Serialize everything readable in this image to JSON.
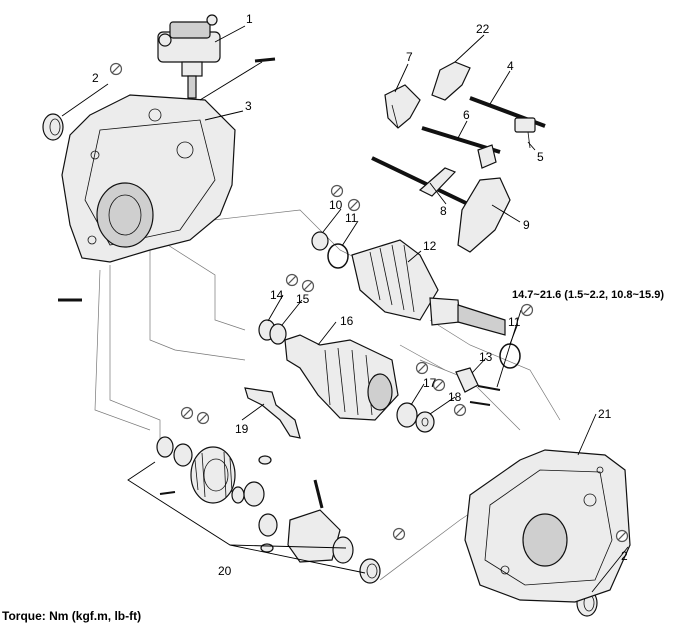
{
  "callouts": {
    "c1": "1",
    "c2a": "2",
    "c2b": "2",
    "c3": "3",
    "c4": "4",
    "c5": "5",
    "c6": "6",
    "c7": "7",
    "c8": "8",
    "c9": "9",
    "c10": "10",
    "c11a": "11",
    "c11b": "11",
    "c12": "12",
    "c13": "13",
    "c14": "14",
    "c15": "15",
    "c16": "16",
    "c17": "17",
    "c18": "18",
    "c19": "19",
    "c20": "20",
    "c21": "21",
    "c22": "22"
  },
  "torque_spec": "14.7~21.6 (1.5~2.2, 10.8~15.9)",
  "torque_note": "Torque: Nm (kgf.m, lb-ft)",
  "icons": {
    "do_not_reuse": "no-reuse-icon"
  }
}
